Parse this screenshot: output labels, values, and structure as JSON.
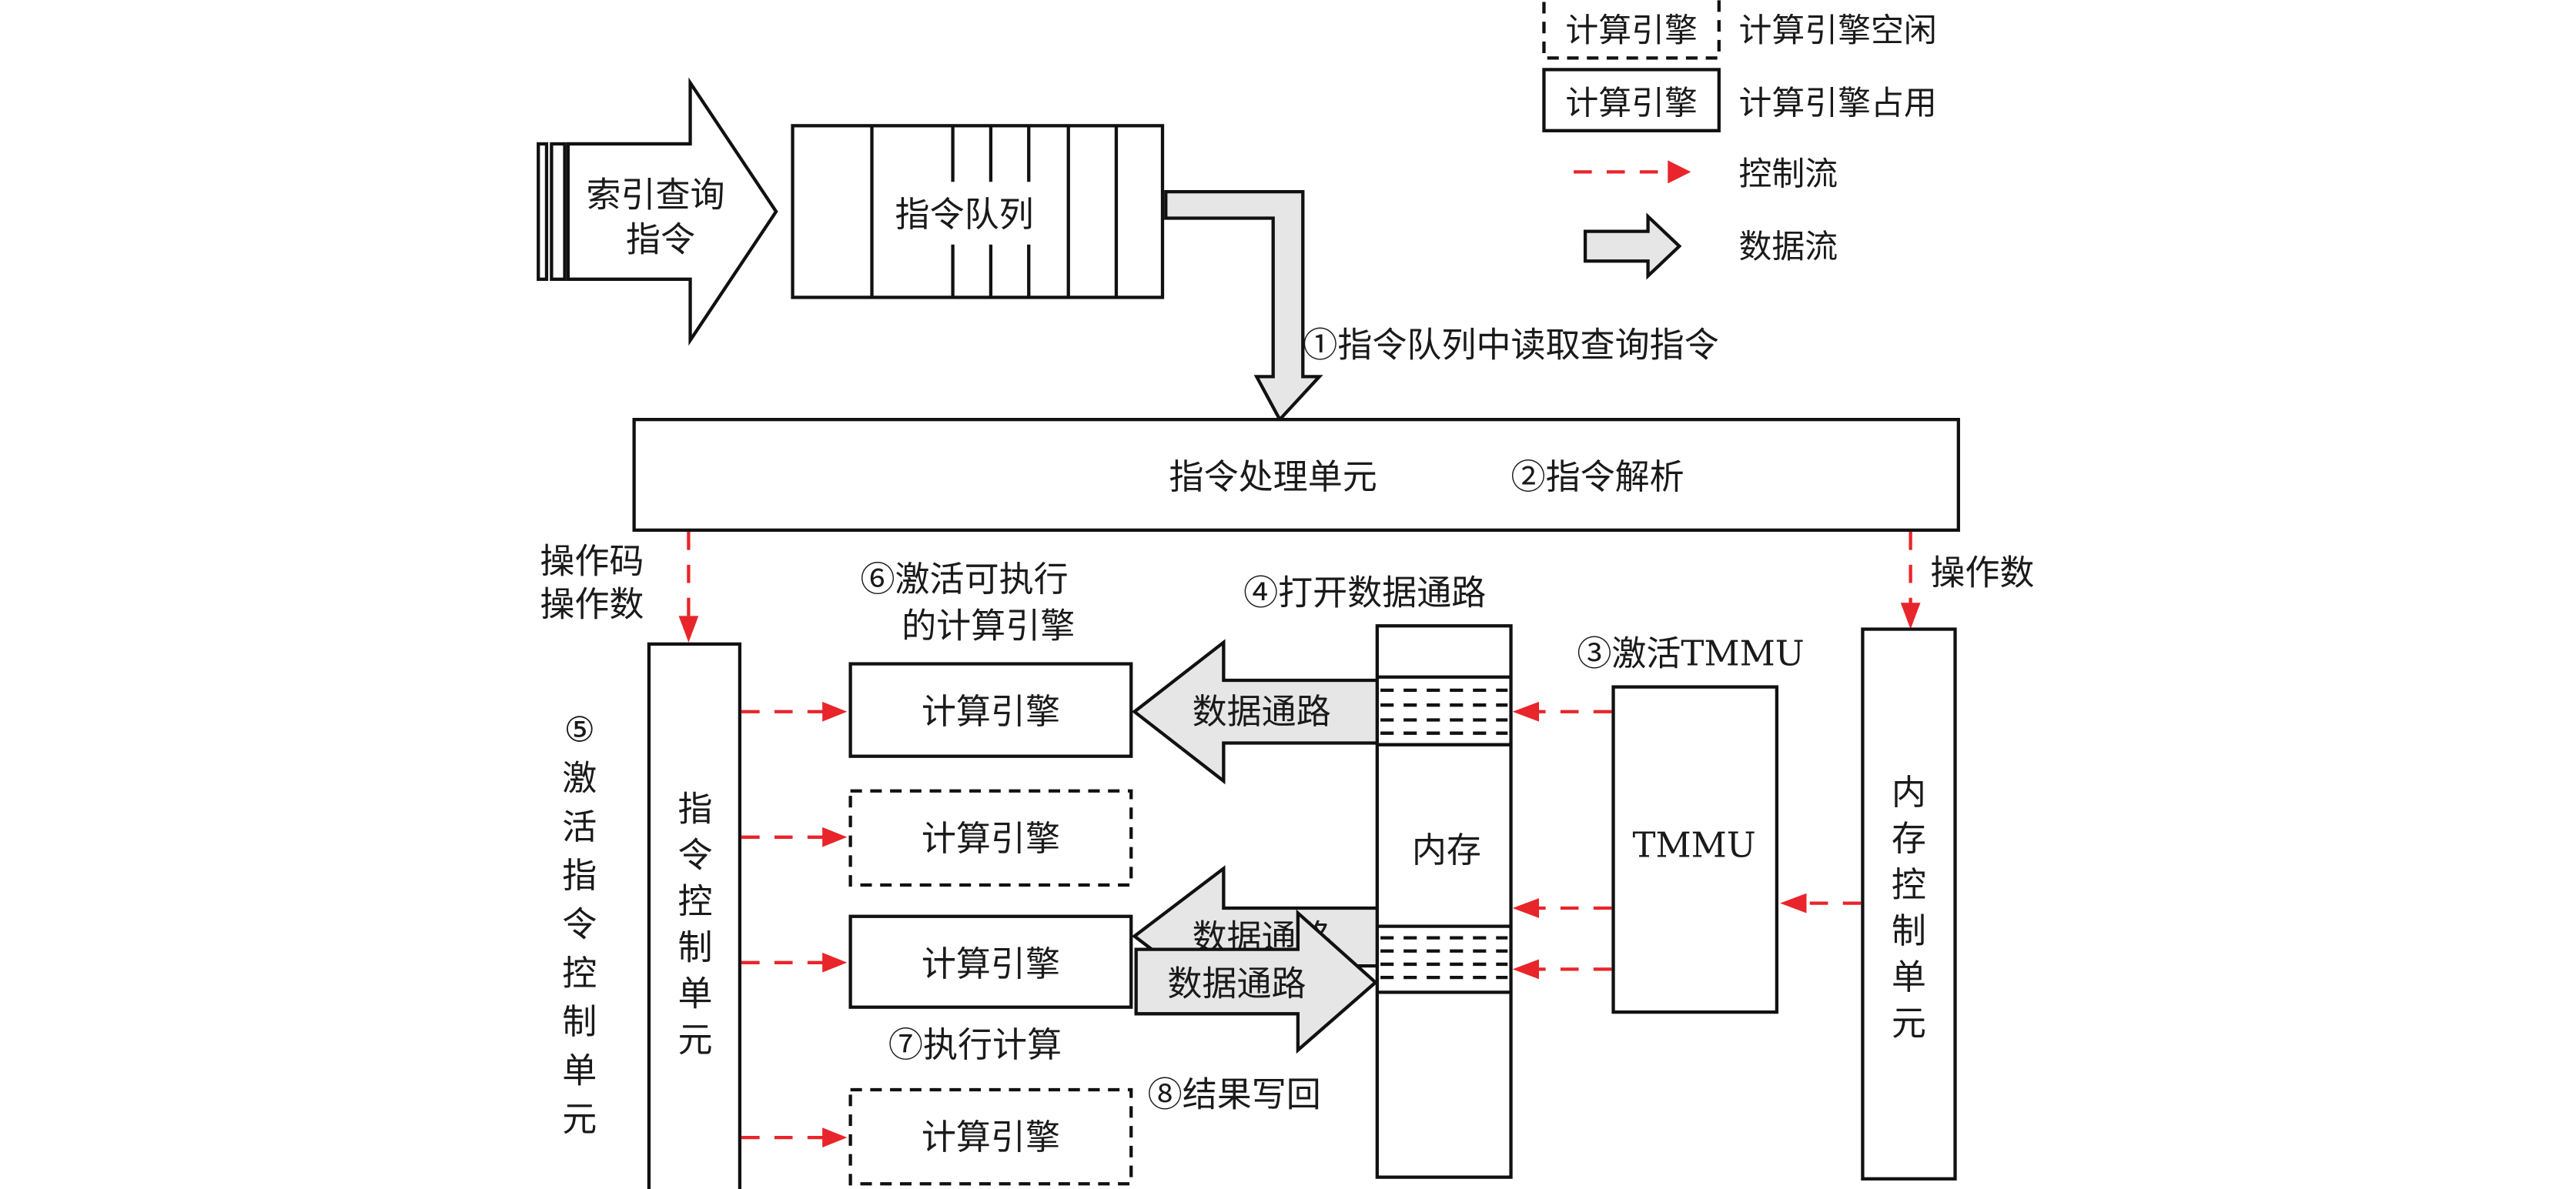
{
  "legend": {
    "idle_box_label": "计算引擎",
    "idle_text": "计算引擎空闲",
    "busy_box_label": "计算引擎",
    "busy_text": "计算引擎占用",
    "control_flow_text": "控制流",
    "data_flow_text": "数据流",
    "control_flow_color": "#e8252a",
    "data_flow_fill": "#e6e6e6"
  },
  "input_arrow": {
    "line1": "索引查询",
    "line2": "指令"
  },
  "instruction_queue": {
    "label": "指令队列"
  },
  "steps": {
    "s1": "①指令队列中读取查询指令",
    "s2": "②指令解析",
    "s3": "③激活TMMU",
    "s4": "④打开数据通路",
    "s5_chars": [
      "⑤",
      "激",
      "活",
      "指",
      "令",
      "控",
      "制",
      "单",
      "元"
    ],
    "s6_line1": "⑥激活可执行",
    "s6_line2": "的计算引擎",
    "s7": "⑦执行计算",
    "s8": "⑧结果写回"
  },
  "processing_unit": {
    "label": "指令处理单元"
  },
  "labels": {
    "opcode": "操作码",
    "operand_left": "操作数",
    "operand_right": "操作数"
  },
  "control_unit": {
    "chars": [
      "指",
      "令",
      "控",
      "制",
      "单",
      "元"
    ]
  },
  "engines": [
    {
      "label": "计算引擎",
      "state": "occupied"
    },
    {
      "label": "计算引擎",
      "state": "idle"
    },
    {
      "label": "计算引擎",
      "state": "occupied"
    },
    {
      "label": "计算引擎",
      "state": "idle"
    }
  ],
  "data_paths": {
    "upper_to_engine": "数据通路",
    "lower_to_engine": "数据通路",
    "lower_writeback": "数据通路"
  },
  "memory": {
    "label": "内存"
  },
  "tmmu": {
    "label": "TMMU"
  },
  "memory_controller": {
    "chars": [
      "内",
      "存",
      "控",
      "制",
      "单",
      "元"
    ]
  }
}
